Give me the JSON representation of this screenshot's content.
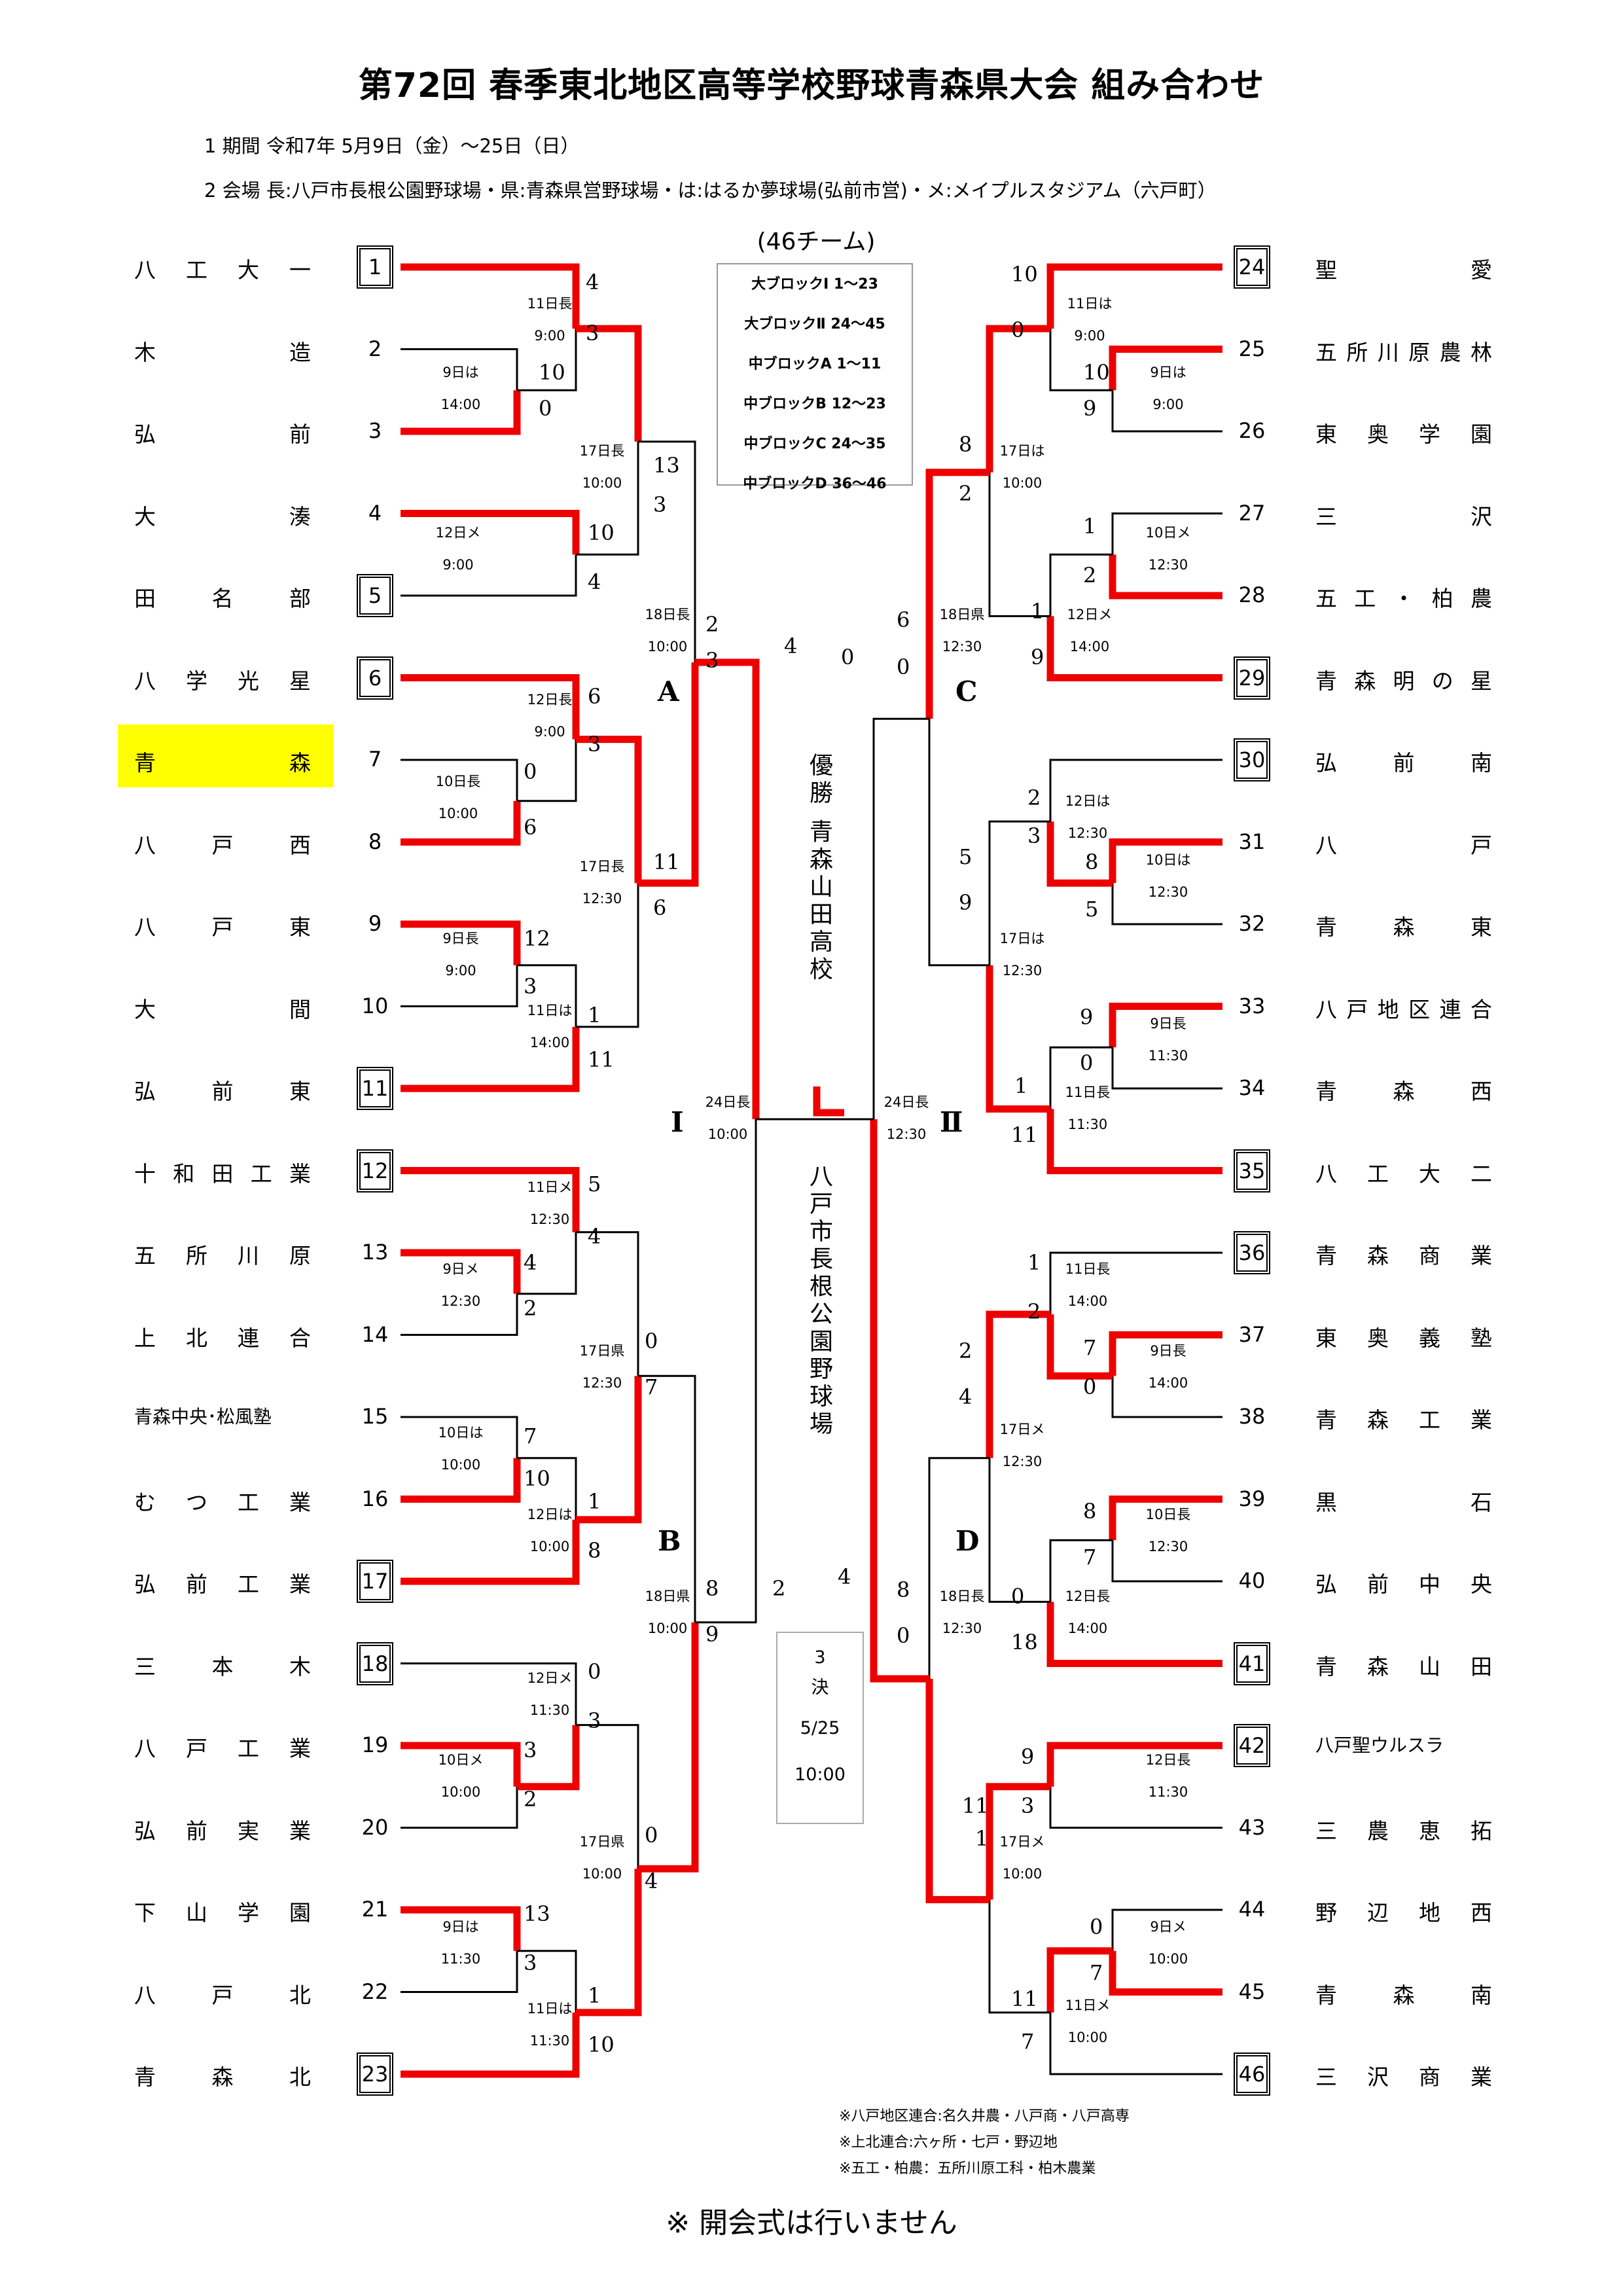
{
  "title": "第72回 春季東北地区高等学校野球青森県大会 組み合わせ",
  "info": {
    "period": "1 期間 令和7年 5月9日（金）～25日（日）",
    "venue": "2 会場 長:八戸市長根公園野球場・県:青森県営野球場・は:はるか夢球場(弘前市営)・メ:メイプルスタジアム（六戸町）"
  },
  "legend": {
    "title": "(46チーム)",
    "rows": [
      "大ブロックⅠ 1～23",
      "大ブロックⅡ 24～45",
      "中ブロックA 1～11",
      "中ブロックB 12～23",
      "中ブロックC 24～35",
      "中ブロックD 36～46"
    ]
  },
  "left_teams": [
    {
      "name": "八工大一",
      "num": "1",
      "seed": true
    },
    {
      "name": "木造",
      "num": "2",
      "seed": false
    },
    {
      "name": "弘前",
      "num": "3",
      "seed": false
    },
    {
      "name": "大湊",
      "num": "4",
      "seed": false
    },
    {
      "name": "田名部",
      "num": "5",
      "seed": true
    },
    {
      "name": "八学光星",
      "num": "6",
      "seed": true
    },
    {
      "name": "青森",
      "num": "7",
      "seed": false
    },
    {
      "name": "八戸西",
      "num": "8",
      "seed": false
    },
    {
      "name": "八戸東",
      "num": "9",
      "seed": false
    },
    {
      "name": "大間",
      "num": "10",
      "seed": false
    },
    {
      "name": "弘前東",
      "num": "11",
      "seed": true
    },
    {
      "name": "十和田工業",
      "num": "12",
      "seed": true
    },
    {
      "name": "五所川原",
      "num": "13",
      "seed": false
    },
    {
      "name": "上北連合",
      "num": "14",
      "seed": false
    },
    {
      "name": "青森中央･松風塾",
      "num": "15",
      "seed": false
    },
    {
      "name": "むつ工業",
      "num": "16",
      "seed": false
    },
    {
      "name": "弘前工業",
      "num": "17",
      "seed": true
    },
    {
      "name": "三本木",
      "num": "18",
      "seed": true
    },
    {
      "name": "八戸工業",
      "num": "19",
      "seed": false
    },
    {
      "name": "弘前実業",
      "num": "20",
      "seed": false
    },
    {
      "name": "下山学園",
      "num": "21",
      "seed": false
    },
    {
      "name": "八戸北",
      "num": "22",
      "seed": false
    },
    {
      "name": "青森北",
      "num": "23",
      "seed": true
    }
  ],
  "right_teams": [
    {
      "name": "聖愛",
      "num": "24",
      "seed": true
    },
    {
      "name": "五所川原農林",
      "num": "25",
      "seed": false
    },
    {
      "name": "東奥学園",
      "num": "26",
      "seed": false
    },
    {
      "name": "三沢",
      "num": "27",
      "seed": false
    },
    {
      "name": "五工・柏農",
      "num": "28",
      "seed": false
    },
    {
      "name": "青森明の星",
      "num": "29",
      "seed": true
    },
    {
      "name": "弘前南",
      "num": "30",
      "seed": true
    },
    {
      "name": "八戸",
      "num": "31",
      "seed": false
    },
    {
      "name": "青森東",
      "num": "32",
      "seed": false
    },
    {
      "name": "八戸地区連合",
      "num": "33",
      "seed": false
    },
    {
      "name": "青森西",
      "num": "34",
      "seed": false
    },
    {
      "name": "八工大二",
      "num": "35",
      "seed": true
    },
    {
      "name": "青森商業",
      "num": "36",
      "seed": true
    },
    {
      "name": "東奥義塾",
      "num": "37",
      "seed": false
    },
    {
      "name": "青森工業",
      "num": "38",
      "seed": false
    },
    {
      "name": "黒石",
      "num": "39",
      "seed": false
    },
    {
      "name": "弘前中央",
      "num": "40",
      "seed": false
    },
    {
      "name": "青森山田",
      "num": "41",
      "seed": true
    },
    {
      "name": "八戸聖ウルスラ",
      "num": "42",
      "seed": true
    },
    {
      "name": "三農恵拓",
      "num": "43",
      "seed": false
    },
    {
      "name": "野辺地西",
      "num": "44",
      "seed": false
    },
    {
      "name": "青森南",
      "num": "45",
      "seed": false
    },
    {
      "name": "三沢商業",
      "num": "46",
      "seed": true
    }
  ],
  "blocks": {
    "A": "A",
    "B": "B",
    "C": "C",
    "D": "D",
    "I": "Ⅰ",
    "II": "Ⅱ"
  },
  "champion": "優勝 青森山田高校",
  "venue_vertical": "八戸市長根公園野球場",
  "final": {
    "l1": "3",
    "l2": "決",
    "date": "5/25",
    "time": "10:00"
  },
  "notes": [
    "※八戸地区連合:名久井農・八戸商・八戸高専",
    "※上北連合:六ヶ所・七戸・野辺地",
    "※五工・柏農：五所川原工科・柏木農業"
  ],
  "footer": "※ 開会式は行いません",
  "colors": {
    "win": "#ee0000",
    "line": "#000000",
    "highlight": "#ffff00"
  },
  "schedules": [
    {
      "d": "11日長",
      "t": "9:00"
    },
    {
      "d": "9日は",
      "t": "14:00"
    },
    {
      "d": "17日長",
      "t": "10:00"
    },
    {
      "d": "12日メ",
      "t": "9:00"
    },
    {
      "d": "18日長",
      "t": "10:00"
    },
    {
      "d": "12日長",
      "t": "9:00"
    },
    {
      "d": "10日長",
      "t": "10:00"
    },
    {
      "d": "17日長",
      "t": "12:30"
    },
    {
      "d": "9日長",
      "t": "9:00"
    },
    {
      "d": "11日は",
      "t": "14:00"
    },
    {
      "d": "24日長",
      "t": "10:00"
    },
    {
      "d": "11日メ",
      "t": "12:30"
    },
    {
      "d": "9日メ",
      "t": "12:30"
    },
    {
      "d": "17日県",
      "t": "12:30"
    },
    {
      "d": "10日は",
      "t": "10:00"
    },
    {
      "d": "12日は",
      "t": "10:00"
    },
    {
      "d": "18日県",
      "t": "10:00"
    },
    {
      "d": "12日メ",
      "t": "11:30"
    },
    {
      "d": "10日メ",
      "t": "10:00"
    },
    {
      "d": "17日県",
      "t": "10:00"
    },
    {
      "d": "9日は",
      "t": "11:30"
    },
    {
      "d": "11日は",
      "t": "11:30"
    },
    {
      "d": "11日は",
      "t": "9:00"
    },
    {
      "d": "9日は",
      "t": "9:00"
    },
    {
      "d": "17日は",
      "t": "10:00"
    },
    {
      "d": "10日メ",
      "t": "12:30"
    },
    {
      "d": "12日メ",
      "t": "14:00"
    },
    {
      "d": "18日県",
      "t": "12:30"
    },
    {
      "d": "12日は",
      "t": "12:30"
    },
    {
      "d": "10日は",
      "t": "12:30"
    },
    {
      "d": "17日は",
      "t": "12:30"
    },
    {
      "d": "9日長",
      "t": "11:30"
    },
    {
      "d": "11日長",
      "t": "11:30"
    },
    {
      "d": "24日長",
      "t": "12:30"
    },
    {
      "d": "11日長",
      "t": "14:00"
    },
    {
      "d": "9日長",
      "t": "14:00"
    },
    {
      "d": "17日メ",
      "t": "12:30"
    },
    {
      "d": "10日長",
      "t": "12:30"
    },
    {
      "d": "12日長",
      "t": "14:00"
    },
    {
      "d": "18日長",
      "t": "12:30"
    },
    {
      "d": "12日長",
      "t": "11:30"
    },
    {
      "d": "17日メ",
      "t": "10:00"
    },
    {
      "d": "9日メ",
      "t": "10:00"
    },
    {
      "d": "11日メ",
      "t": "10:00"
    }
  ],
  "scores": [
    "4",
    "3",
    "10",
    "0",
    "13",
    "3",
    "10",
    "4",
    "2",
    "3",
    "6",
    "3",
    "0",
    "6",
    "11",
    "6",
    "12",
    "3",
    "1",
    "11",
    "4",
    "5",
    "4",
    "4",
    "2",
    "0",
    "7",
    "7",
    "10",
    "1",
    "8",
    "8",
    "9",
    "0",
    "3",
    "3",
    "2",
    "0",
    "4",
    "13",
    "3",
    "1",
    "10",
    "2",
    "4",
    "10",
    "0",
    "10",
    "9",
    "8",
    "2",
    "1",
    "2",
    "1",
    "9",
    "6",
    "0",
    "0",
    "2",
    "3",
    "8",
    "5",
    "5",
    "9",
    "9",
    "0",
    "1",
    "11",
    "1",
    "2",
    "7",
    "0",
    "2",
    "4",
    "8",
    "7",
    "0",
    "18",
    "8",
    "0",
    "9",
    "3",
    "11",
    "1",
    "0",
    "7",
    "11",
    "7"
  ]
}
